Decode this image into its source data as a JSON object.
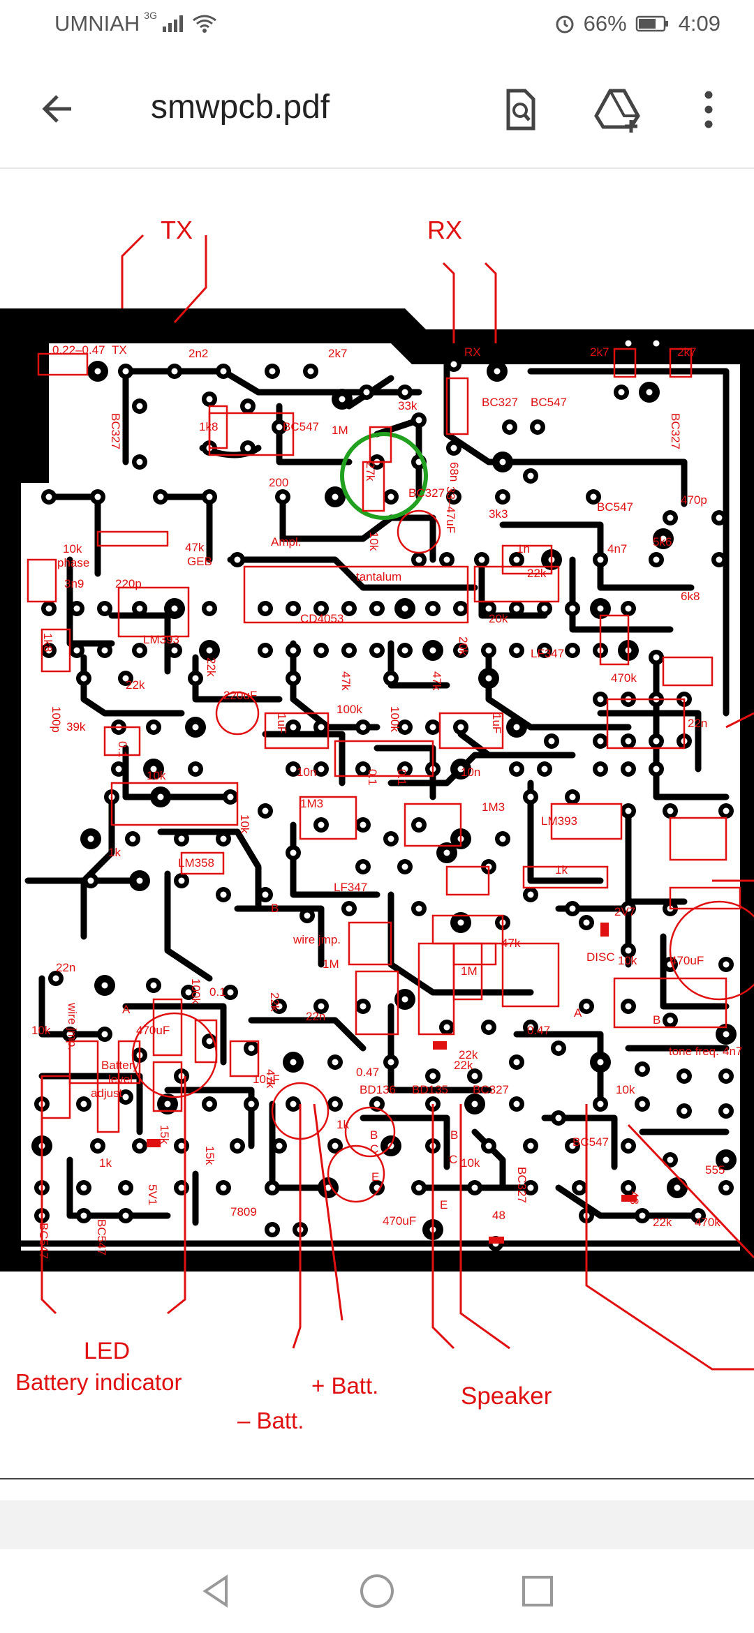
{
  "status_bar": {
    "carrier": "UMNIAH",
    "network": "3G",
    "battery_percent": "66%",
    "time": "4:09",
    "icons": [
      "signal-icon",
      "wifi-icon",
      "alarm-icon",
      "battery-icon"
    ]
  },
  "toolbar": {
    "title": "smwpcb.pdf",
    "back_icon": "arrow-left-icon",
    "search_icon": "document-search-icon",
    "drive_icon": "drive-add-icon",
    "menu_icon": "more-vert-icon"
  },
  "document": {
    "labels_top": {
      "tx": "TX",
      "rx": "RX"
    },
    "labels_bottom": {
      "led": "LED",
      "battery_indicator": "Battery indicator",
      "minus_batt": "– Batt.",
      "plus_batt": "+ Batt.",
      "speaker": "Speaker"
    },
    "components": {
      "c0": "0.22–0.47",
      "c1": "TX",
      "c2": "2n2",
      "c3": "2k7",
      "c4": "RX",
      "c5": "2k7",
      "c6": "2k7",
      "c7": "BC327",
      "c8": "1k8",
      "c9": "BC547",
      "c10": "1M",
      "c11": "33k",
      "c12": "27k",
      "c13": "68n",
      "c14": "BC327",
      "c15": "BC327",
      "c16": "BC547",
      "c17": "BC327",
      "c18": "3k3",
      "c19": "33–47uF",
      "c20": "BC547",
      "c21": "470p",
      "c22": "200",
      "c23": "Ampl.",
      "c24": "10k",
      "c25": "phase",
      "c26": "47k",
      "c27": "GEB",
      "c28": "10k",
      "c29": "tantalum",
      "c30": "1n",
      "c31": "4n7",
      "c32": "5k6",
      "c33": "22k",
      "c34": "6k8",
      "c35": "3n9",
      "c36": "220p",
      "c37": "1k8",
      "c38": "LM393",
      "c39": "22k",
      "c40": "CD4053",
      "c41": "20k",
      "c42": "20k",
      "c43": "LF347",
      "c44": "100p",
      "c45": "39k",
      "c46": "22k",
      "c47": "220uF",
      "c48": "100k",
      "c49": "100k",
      "c50": "47k",
      "c51": "47k",
      "c52": "1uF",
      "c53": "1uF",
      "c54": "470k",
      "c55": "22n",
      "c56": "0.1",
      "c57": "10k",
      "c58": "10n",
      "c59": "0.1",
      "c60": "0.1",
      "c61": "10n",
      "c62": "1M3",
      "c63": "1M3",
      "c64": "LM393",
      "c65": "10k",
      "c66": "1k",
      "c67": "LM358",
      "c68": "LF347",
      "c69": "B",
      "c70": "wire jmp.",
      "c71": "1k",
      "c72": "2V7",
      "c73": "47k",
      "c74": "DISC",
      "c75": "10k",
      "c76": "470uF",
      "c77": "22n",
      "c78": "100k",
      "c79": "0.1",
      "c80": "wire jmp.",
      "c81": "A",
      "c82": "1M",
      "c83": "1M",
      "c84": "22k",
      "c85": "22n",
      "c86": "22k",
      "c87": "0.47",
      "c88": "A",
      "c89": "B",
      "c90": "10k",
      "c91": "470uF",
      "c92": "Battery",
      "c93": "level",
      "c94": "adjust",
      "c95": "47k",
      "c96": "0.47",
      "c97": "22k",
      "c98": "tone freq.",
      "c99": "4n7",
      "c100": "10uF",
      "c101": "BD136",
      "c102": "BD135",
      "c103": "BC327",
      "c104": "10k",
      "c105": "1k",
      "c106": "15k",
      "c107": "15k",
      "c108": "B",
      "c109": "C",
      "c110": "E",
      "c111": "B",
      "c112": "C",
      "c113": "E",
      "c114": "10k",
      "c115": "BC547",
      "c116": "1k",
      "c117": "5V1",
      "c118": "BC547",
      "c119": "BC547",
      "c120": "7809",
      "c121": "470uF",
      "c122": "48",
      "c123": "BC327",
      "c124": "48",
      "c125": "555",
      "c126": "22k",
      "c127": "470k"
    }
  },
  "nav_bar": {
    "back": "nav-back-icon",
    "home": "nav-home-icon",
    "recents": "nav-recents-icon"
  },
  "colors": {
    "trace": "#000000",
    "silkscreen": "#e01010",
    "highlight_circle": "#22a020"
  }
}
